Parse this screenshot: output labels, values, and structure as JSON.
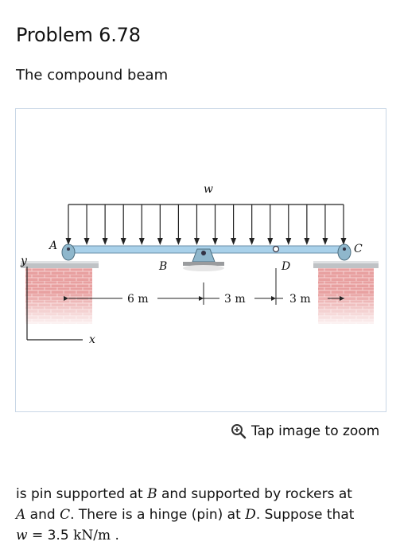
{
  "header": {
    "title": "Problem 6.78",
    "subtitle": "The compound beam"
  },
  "figure": {
    "load_label": "w",
    "point_labels": {
      "A": "A",
      "B": "B",
      "C": "C",
      "D": "D"
    },
    "axis_labels": {
      "y": "y",
      "x": "x"
    },
    "dimensions": [
      "6 m",
      "3 m",
      "3 m"
    ]
  },
  "zoom": {
    "label": "Tap image to zoom"
  },
  "problem": {
    "line1_pre": "is pin supported at ",
    "B": "B",
    "line1_post": " and supported by rockers at",
    "A": "A",
    "and": " and ",
    "C": "C",
    "line2_post": ". There is a hinge (pin) at ",
    "D": "D",
    "line2_end": ". Suppose that",
    "w_sym": "w",
    "eq": " = 3.5 ",
    "unit": "kN/m",
    "end": " ."
  }
}
